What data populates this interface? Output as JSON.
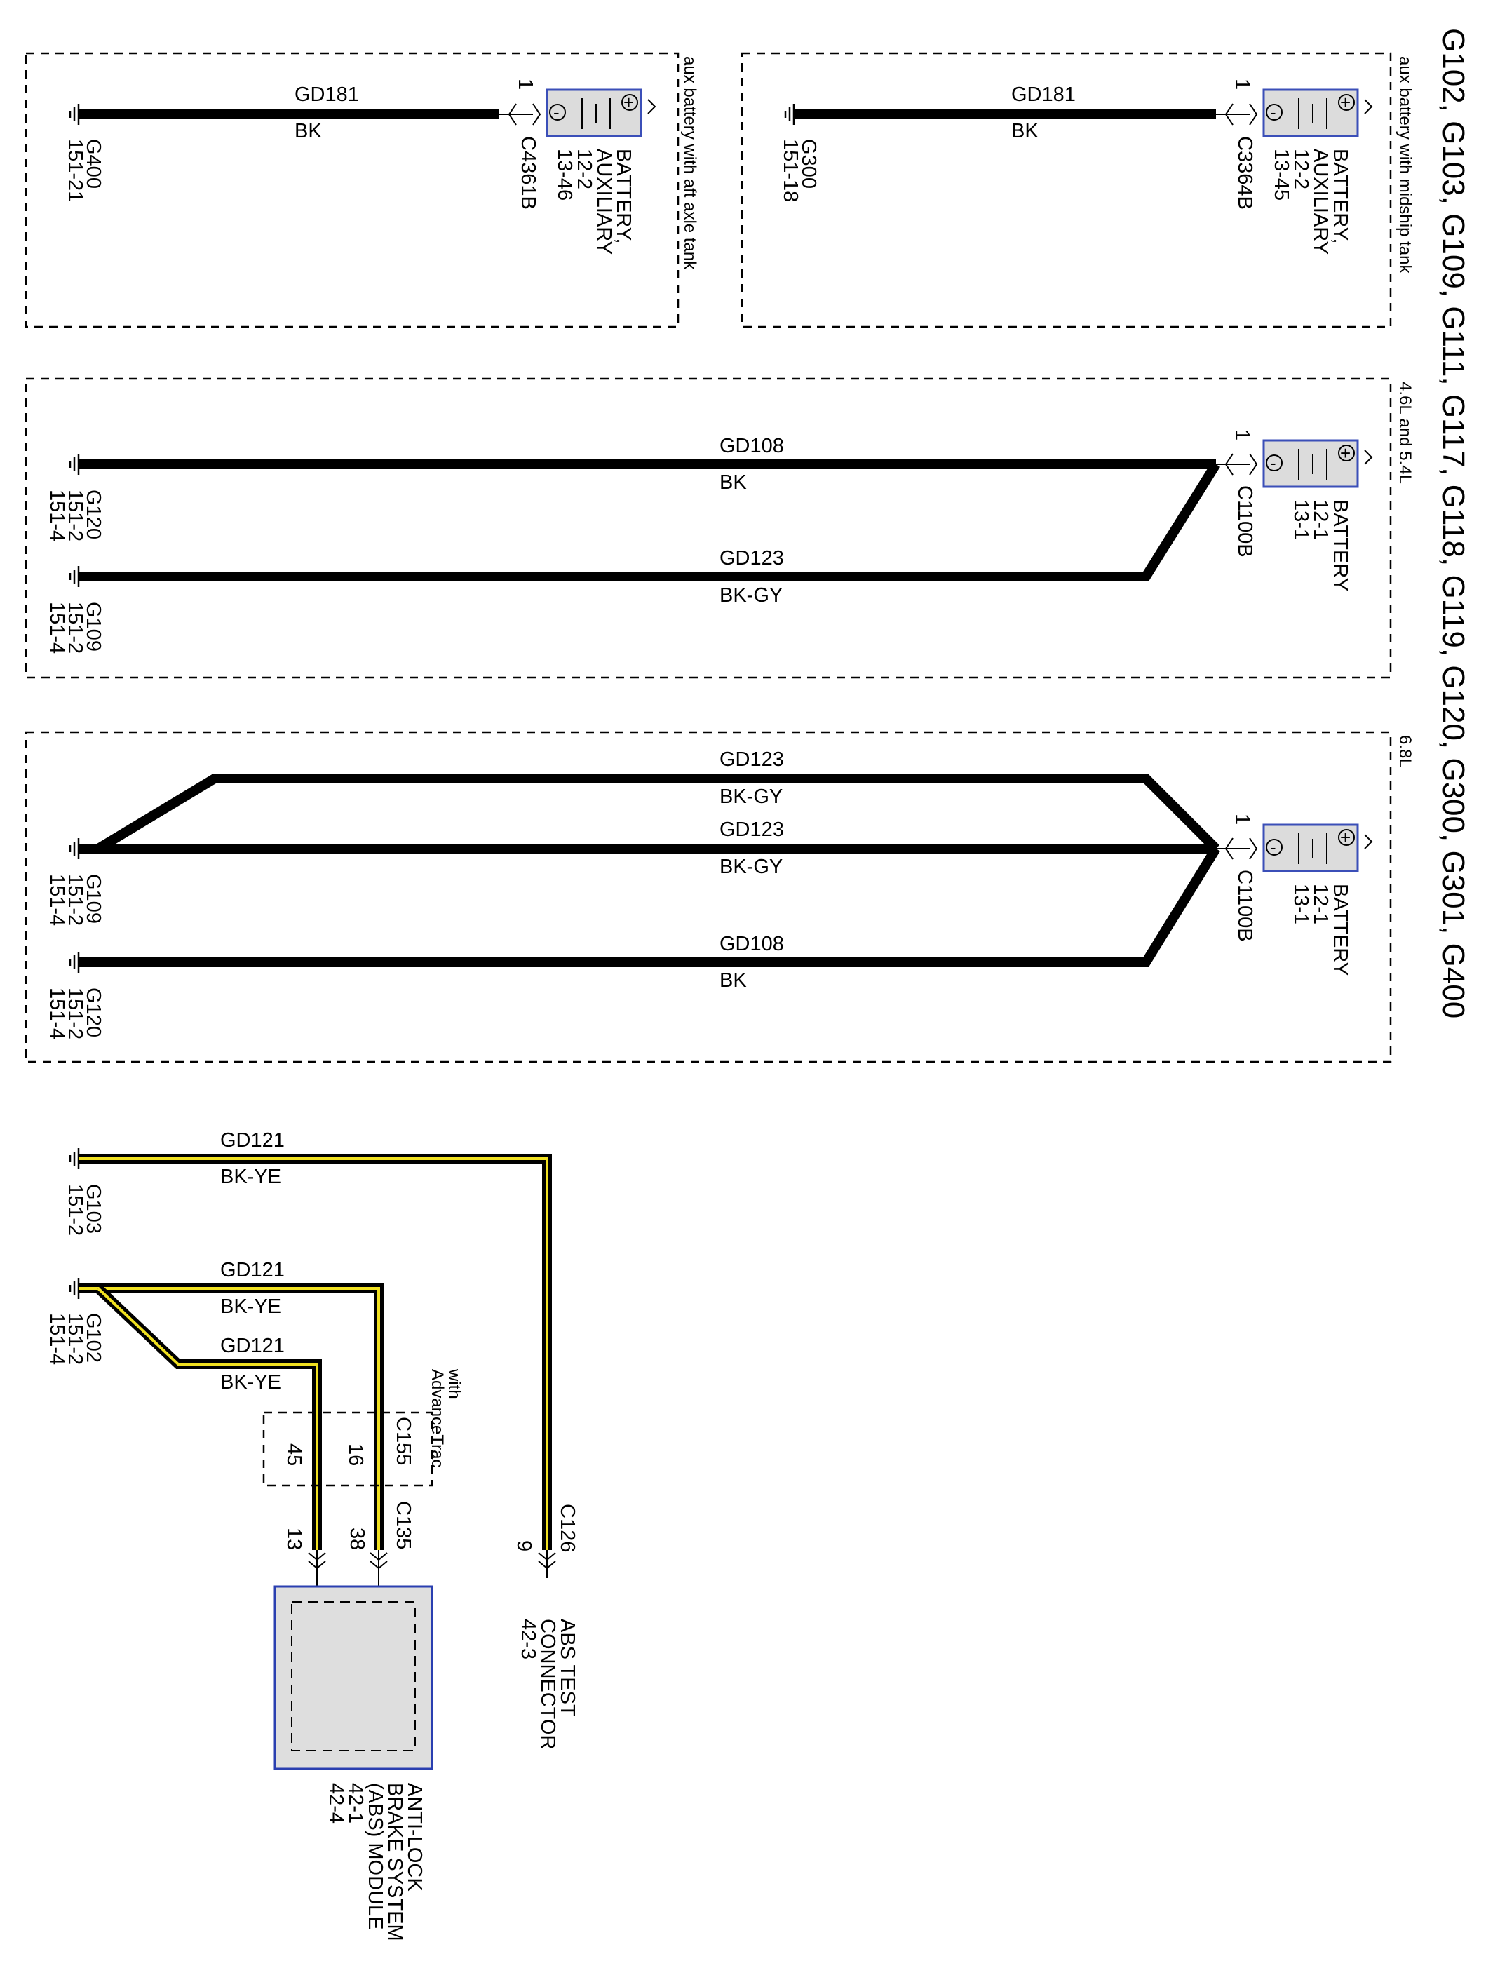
{
  "title": "G102, G103, G109, G111, G117, G118, G119, G120, G300, G301, G400",
  "sections": {
    "aft": {
      "note": "aux battery with aft axle tank",
      "wire": {
        "circuit": "GD181",
        "color": "BK"
      },
      "ground": {
        "id": "G400",
        "page": "151-21"
      },
      "connector": {
        "pin": "1",
        "id": "C4361B"
      },
      "battery": {
        "line1": "BATTERY,",
        "line2": "AUXILIARY",
        "ref1": "12-2",
        "ref2": "13-46"
      }
    },
    "midship": {
      "note": "aux battery with midship tank",
      "wire": {
        "circuit": "GD181",
        "color": "BK"
      },
      "ground": {
        "id": "G300",
        "page": "151-18"
      },
      "connector": {
        "pin": "1",
        "id": "C3364B"
      },
      "battery": {
        "line1": "BATTERY,",
        "line2": "AUXILIARY",
        "ref1": "12-2",
        "ref2": "13-45"
      }
    },
    "engine_46_54": {
      "note": "4.6L and 5.4L",
      "wire1": {
        "circuit": "GD108",
        "color": "BK"
      },
      "wire2": {
        "circuit": "GD123",
        "color": "BK-GY"
      },
      "ground1": {
        "id": "G120",
        "page1": "151-2",
        "page2": "151-4"
      },
      "ground2": {
        "id": "G109",
        "page1": "151-2",
        "page2": "151-4"
      },
      "connector": {
        "pin": "1",
        "id": "C1100B"
      },
      "battery": {
        "line1": "BATTERY",
        "ref1": "12-1",
        "ref2": "13-1"
      }
    },
    "engine_68": {
      "note": "6.8L",
      "wire1": {
        "circuit": "GD123",
        "color": "BK-GY"
      },
      "wire2": {
        "circuit": "GD123",
        "color": "BK-GY"
      },
      "wire3": {
        "circuit": "GD108",
        "color": "BK"
      },
      "ground1": {
        "id": "G109",
        "page1": "151-2",
        "page2": "151-4"
      },
      "ground2": {
        "id": "G120",
        "page1": "151-2",
        "page2": "151-4"
      },
      "connector": {
        "pin": "1",
        "id": "C1100B"
      },
      "battery": {
        "line1": "BATTERY",
        "ref1": "12-1",
        "ref2": "13-1"
      }
    },
    "abs": {
      "wire_g103": {
        "circuit": "GD121",
        "color": "BK-YE"
      },
      "wire_g102a": {
        "circuit": "GD121",
        "color": "BK-YE"
      },
      "wire_g102b": {
        "circuit": "GD121",
        "color": "BK-YE"
      },
      "ground_g103": {
        "id": "G103",
        "page": "151-2"
      },
      "ground_g102": {
        "id": "G102",
        "page1": "151-2",
        "page2": "151-4"
      },
      "inline_note_l1": "with",
      "inline_note_l2": "AdvanceTrac",
      "c155": {
        "id": "C155",
        "pin_a": "16",
        "pin_b": "45"
      },
      "c135": {
        "id": "C135",
        "pin_a": "38",
        "pin_b": "13"
      },
      "c126": {
        "id": "C126",
        "pin": "9"
      },
      "abs_connector": {
        "line1": "ABS TEST",
        "line2": "CONNECTOR",
        "ref": "42-3"
      },
      "abs_module": {
        "line1": "ANTI-LOCK",
        "line2": "BRAKE SYSTEM",
        "line3": "(ABS) MODULE",
        "ref1": "42-1",
        "ref2": "42-4"
      }
    }
  }
}
